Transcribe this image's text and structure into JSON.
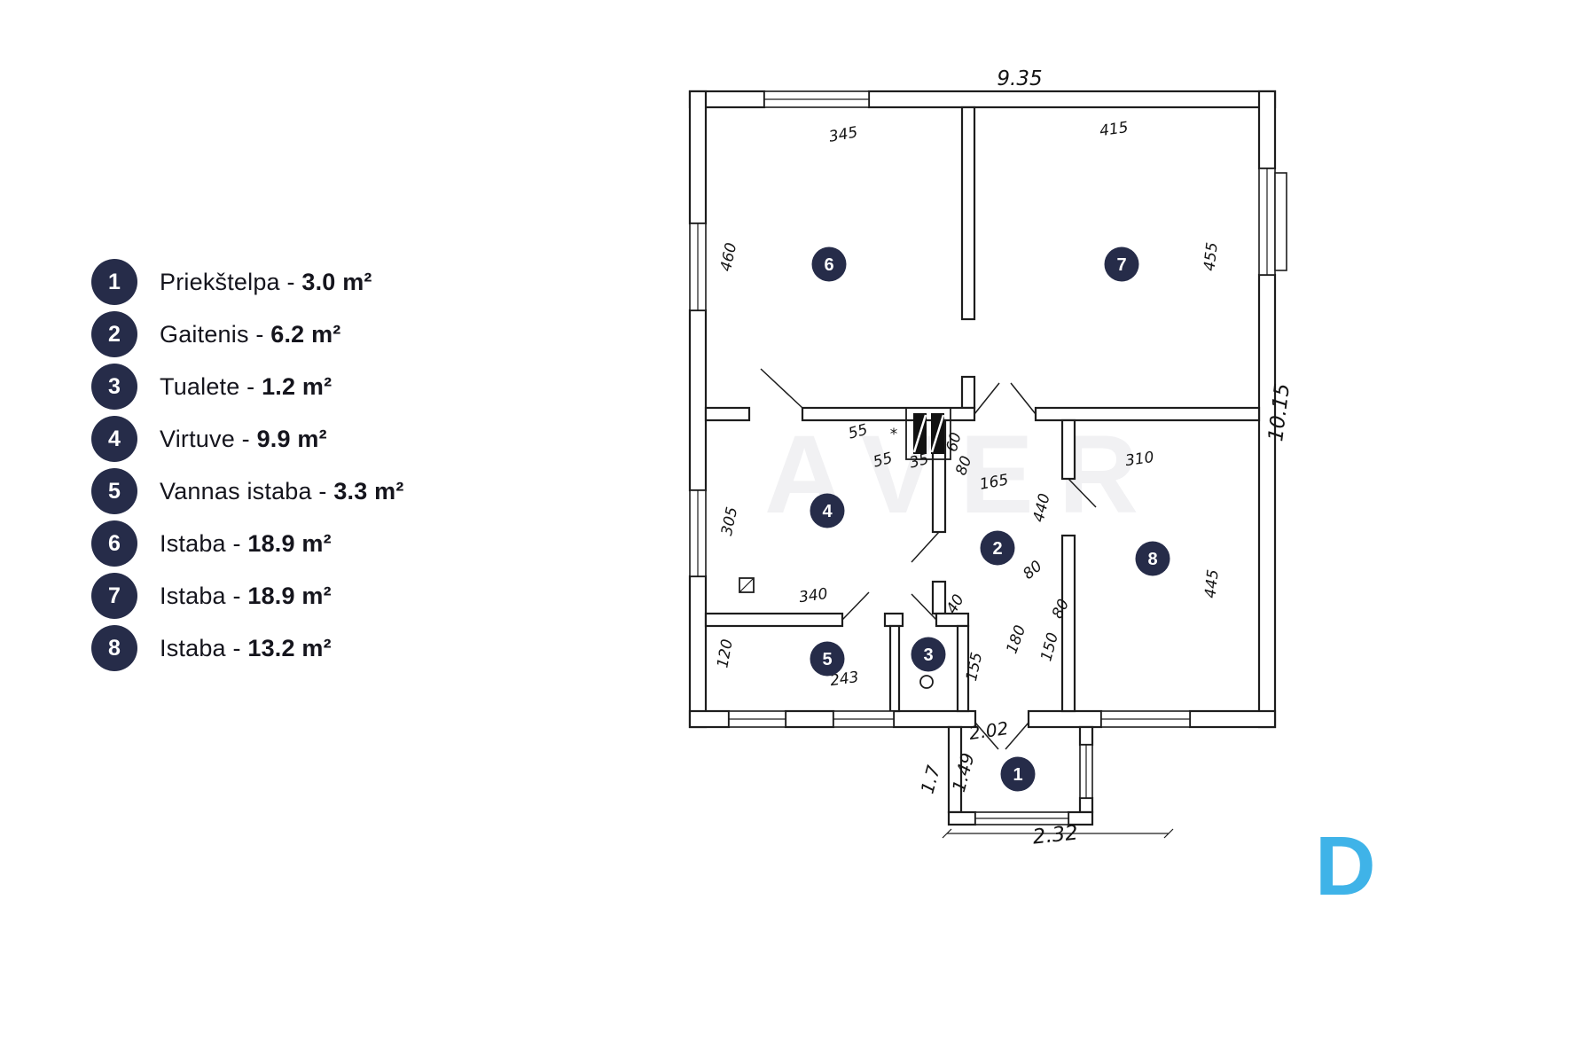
{
  "legend": {
    "separator": " - ",
    "badge_color": "#262c49",
    "items": [
      {
        "num": "1",
        "name": "Priekštelpa",
        "area": "3.0 m²"
      },
      {
        "num": "2",
        "name": "Gaitenis",
        "area": "6.2 m²"
      },
      {
        "num": "3",
        "name": "Tualete",
        "area": "1.2 m²"
      },
      {
        "num": "4",
        "name": "Virtuve",
        "area": "9.9 m²"
      },
      {
        "num": "5",
        "name": "Vannas istaba",
        "area": "3.3 m²"
      },
      {
        "num": "6",
        "name": "Istaba",
        "area": "18.9 m²"
      },
      {
        "num": "7",
        "name": "Istaba",
        "area": "18.9 m²"
      },
      {
        "num": "8",
        "name": "Istaba",
        "area": "13.2 m²"
      }
    ]
  },
  "floorplan": {
    "watermark": "AVER",
    "rooms": [
      {
        "num": "1"
      },
      {
        "num": "2"
      },
      {
        "num": "3"
      },
      {
        "num": "4"
      },
      {
        "num": "5"
      },
      {
        "num": "6"
      },
      {
        "num": "7"
      },
      {
        "num": "8"
      }
    ],
    "dims": [
      {
        "t": "9.35"
      },
      {
        "t": "345"
      },
      {
        "t": "415"
      },
      {
        "t": "460"
      },
      {
        "t": "455"
      },
      {
        "t": "10.15"
      },
      {
        "t": "55"
      },
      {
        "t": "55"
      },
      {
        "t": "35"
      },
      {
        "t": "60"
      },
      {
        "t": "80"
      },
      {
        "t": "165"
      },
      {
        "t": "310"
      },
      {
        "t": "305"
      },
      {
        "t": "440"
      },
      {
        "t": "445"
      },
      {
        "t": "80"
      },
      {
        "t": "80"
      },
      {
        "t": "150"
      },
      {
        "t": "180"
      },
      {
        "t": "155"
      },
      {
        "t": "40"
      },
      {
        "t": "340"
      },
      {
        "t": "120"
      },
      {
        "t": "243"
      },
      {
        "t": "2.02"
      },
      {
        "t": "1.49"
      },
      {
        "t": "1.7"
      },
      {
        "t": "2.32"
      },
      {
        "t": "*"
      }
    ]
  },
  "logo": {
    "letter": "D",
    "color": "#3fb3e8"
  }
}
